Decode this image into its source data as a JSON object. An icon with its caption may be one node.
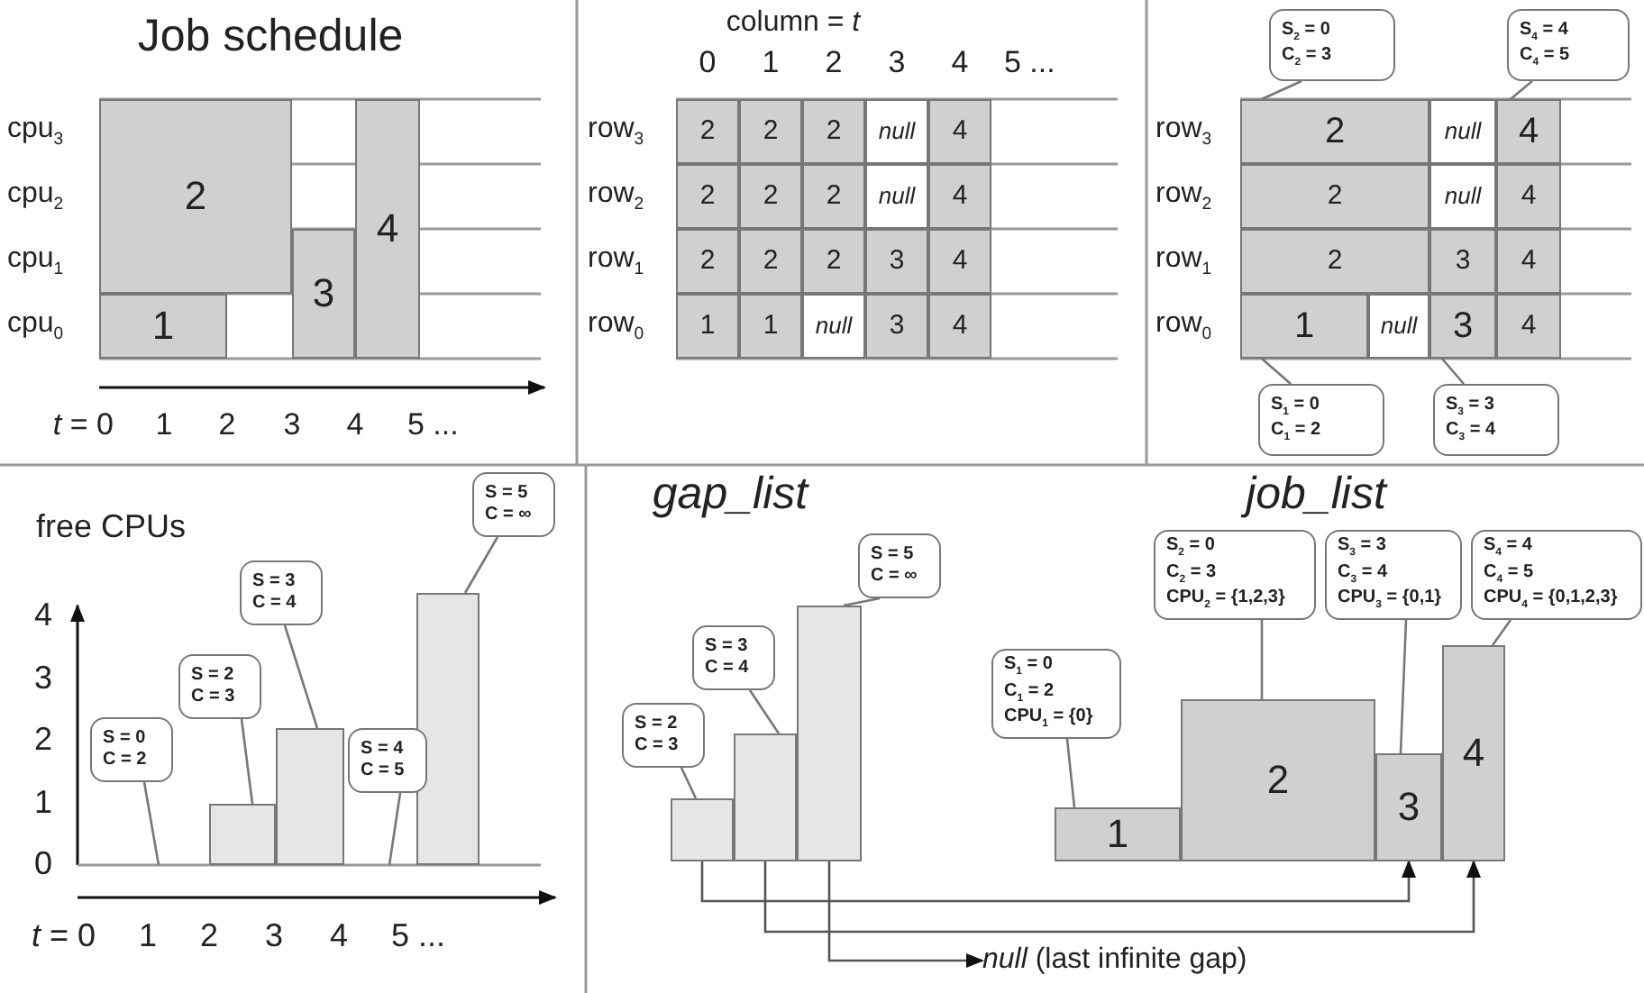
{
  "diagram": {
    "nodes": [
      {
        "text": [
          "1"
        ]
      },
      {
        "text": [
          "2"
        ]
      },
      {
        "text": [
          "3"
        ]
      },
      {
        "text": [
          "4"
        ]
      },
      {
        "text": [
          "S$_{2}$ = 0",
          "C$_{2}$ = 3"
        ]
      },
      {
        "text": [
          "S$_{4}$ = 4",
          "C$_{4}$ = 5"
        ]
      },
      {
        "text": [
          "2"
        ]
      },
      {
        "text": [
          "4"
        ]
      },
      {
        "text": [
          "1"
        ]
      },
      {
        "text": [
          "3"
        ]
      },
      {
        "text": [
          "S$_{1}$ = 0",
          "C$_{1}$ = 2"
        ]
      },
      {
        "text": [
          "S$_{3}$ = 3",
          "C$_{3}$ = 4"
        ]
      },
      {
        "text": [
          "S = 5",
          "C = ∞"
        ]
      },
      {
        "text": [
          "S = 3",
          "C = 4"
        ]
      },
      {
        "text": [
          "S = 2",
          "C = 3"
        ]
      },
      {
        "text": [
          "S = 0",
          "C = 2"
        ]
      },
      {
        "text": [
          "S = 4",
          "C = 5"
        ]
      },
      {
        "text": [],
        "shape": "bar"
      },
      {
        "text": [],
        "shape": "bar"
      },
      {
        "text": [],
        "shape": "bar"
      },
      {
        "text": [
          "S = 5",
          "C = ∞"
        ]
      },
      {
        "text": [
          "S = 3",
          "C = 4"
        ]
      },
      {
        "text": [
          "S = 2",
          "C = 3"
        ]
      },
      {
        "text": [],
        "shape": "bar"
      },
      {
        "text": [],
        "shape": "bar"
      },
      {
        "text": [],
        "shape": "bar"
      },
      {
        "text": [
          "S$_{2}$ = 0",
          "C$_{2}$ = 3",
          "CPU$_{2}$ = {1,2,3}"
        ]
      },
      {
        "text": [
          "S$_{3}$ = 3",
          "C$_{3}$ = 4",
          "CPU$_{3}$ = {0,1}"
        ]
      },
      {
        "text": [
          "S$_{4}$ = 4",
          "C$_{4}$ = 5",
          "CPU$_{4}$ = {0,1,2,3}"
        ]
      },
      {
        "text": [
          "S$_{1}$ = 0",
          "C$_{1}$ = 2",
          "CPU$_{1}$ = {0}"
        ]
      },
      {
        "text": [
          "1"
        ]
      },
      {
        "text": [
          "2"
        ]
      },
      {
        "text": [
          "3"
        ]
      },
      {
        "text": [
          "4"
        ]
      },
      {
        "text": [
          "*null* (last infinite gap)"
        ]
      }
    ],
    "edges": [
      {
        "from": 4,
        "to": 6,
        "arrow": "none"
      },
      {
        "from": 5,
        "to": 7,
        "arrow": "none"
      },
      {
        "from": 10,
        "to": 8,
        "arrow": "none"
      },
      {
        "from": 11,
        "to": 9,
        "arrow": "none"
      },
      {
        "from": 12,
        "to": 19,
        "arrow": "none"
      },
      {
        "from": 13,
        "to": 18,
        "arrow": "none"
      },
      {
        "from": 14,
        "to": 17,
        "arrow": "none"
      },
      {
        "from": 15,
        "to": null,
        "arrow": "none"
      },
      {
        "from": 16,
        "to": null,
        "arrow": "none"
      },
      {
        "from": 20,
        "to": 25,
        "arrow": "none"
      },
      {
        "from": 21,
        "to": 24,
        "arrow": "none"
      },
      {
        "from": 22,
        "to": 23,
        "arrow": "none"
      },
      {
        "from": 26,
        "to": 31,
        "arrow": "none"
      },
      {
        "from": 27,
        "to": 32,
        "arrow": "none"
      },
      {
        "from": 28,
        "to": 33,
        "arrow": "none"
      },
      {
        "from": 29,
        "to": 30,
        "arrow": "none"
      },
      {
        "from": 23,
        "to": 32,
        "arrow": "to"
      },
      {
        "from": 24,
        "to": 33,
        "arrow": "to"
      },
      {
        "from": 25,
        "to": 34,
        "arrow": "to"
      }
    ],
    "labels": [
      "Job schedule",
      "cpu$_{3}$",
      "cpu$_{2}$",
      "cpu$_{1}$",
      "cpu$_{0}$",
      "*t* = 0",
      "1",
      "2",
      "3",
      "4",
      "5 ...",
      "column = *t*",
      "0",
      "1",
      "2",
      "3",
      "4",
      "5 ...",
      "row$_{3}$",
      "2",
      "2",
      "2",
      "null",
      "4",
      "row$_{2}$",
      "2",
      "2",
      "2",
      "null",
      "4",
      "row$_{1}$",
      "2",
      "2",
      "2",
      "3",
      "4",
      "row$_{0}$",
      "1",
      "1",
      "null",
      "3",
      "4",
      "row$_{3}$",
      "null",
      "row$_{2}$",
      "2",
      "null",
      "4",
      "row$_{1}$",
      "2",
      "3",
      "4",
      "row$_{0}$",
      "null",
      "4",
      "free CPUs",
      "4",
      "3",
      "2",
      "1",
      "0",
      "*t* = 0",
      "1",
      "2",
      "3",
      "4",
      "5 ...",
      "gap_list",
      "job_list"
    ]
  }
}
